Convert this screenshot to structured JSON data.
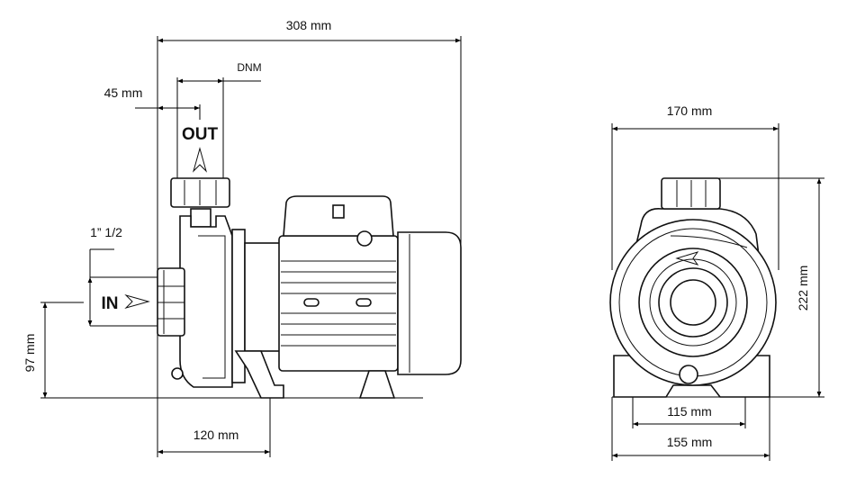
{
  "side_view": {
    "overall_length": "308 mm",
    "outlet_size": "DNM",
    "outlet_offset": "45 mm",
    "outlet_label": "OUT",
    "inlet_size": "1” 1/2",
    "inlet_label": "IN",
    "inlet_height": "97 mm",
    "foot_length": "120 mm"
  },
  "front_view": {
    "overall_width": "170 mm",
    "overall_height": "222 mm",
    "foot_spacing": "115 mm",
    "base_width": "155 mm"
  }
}
